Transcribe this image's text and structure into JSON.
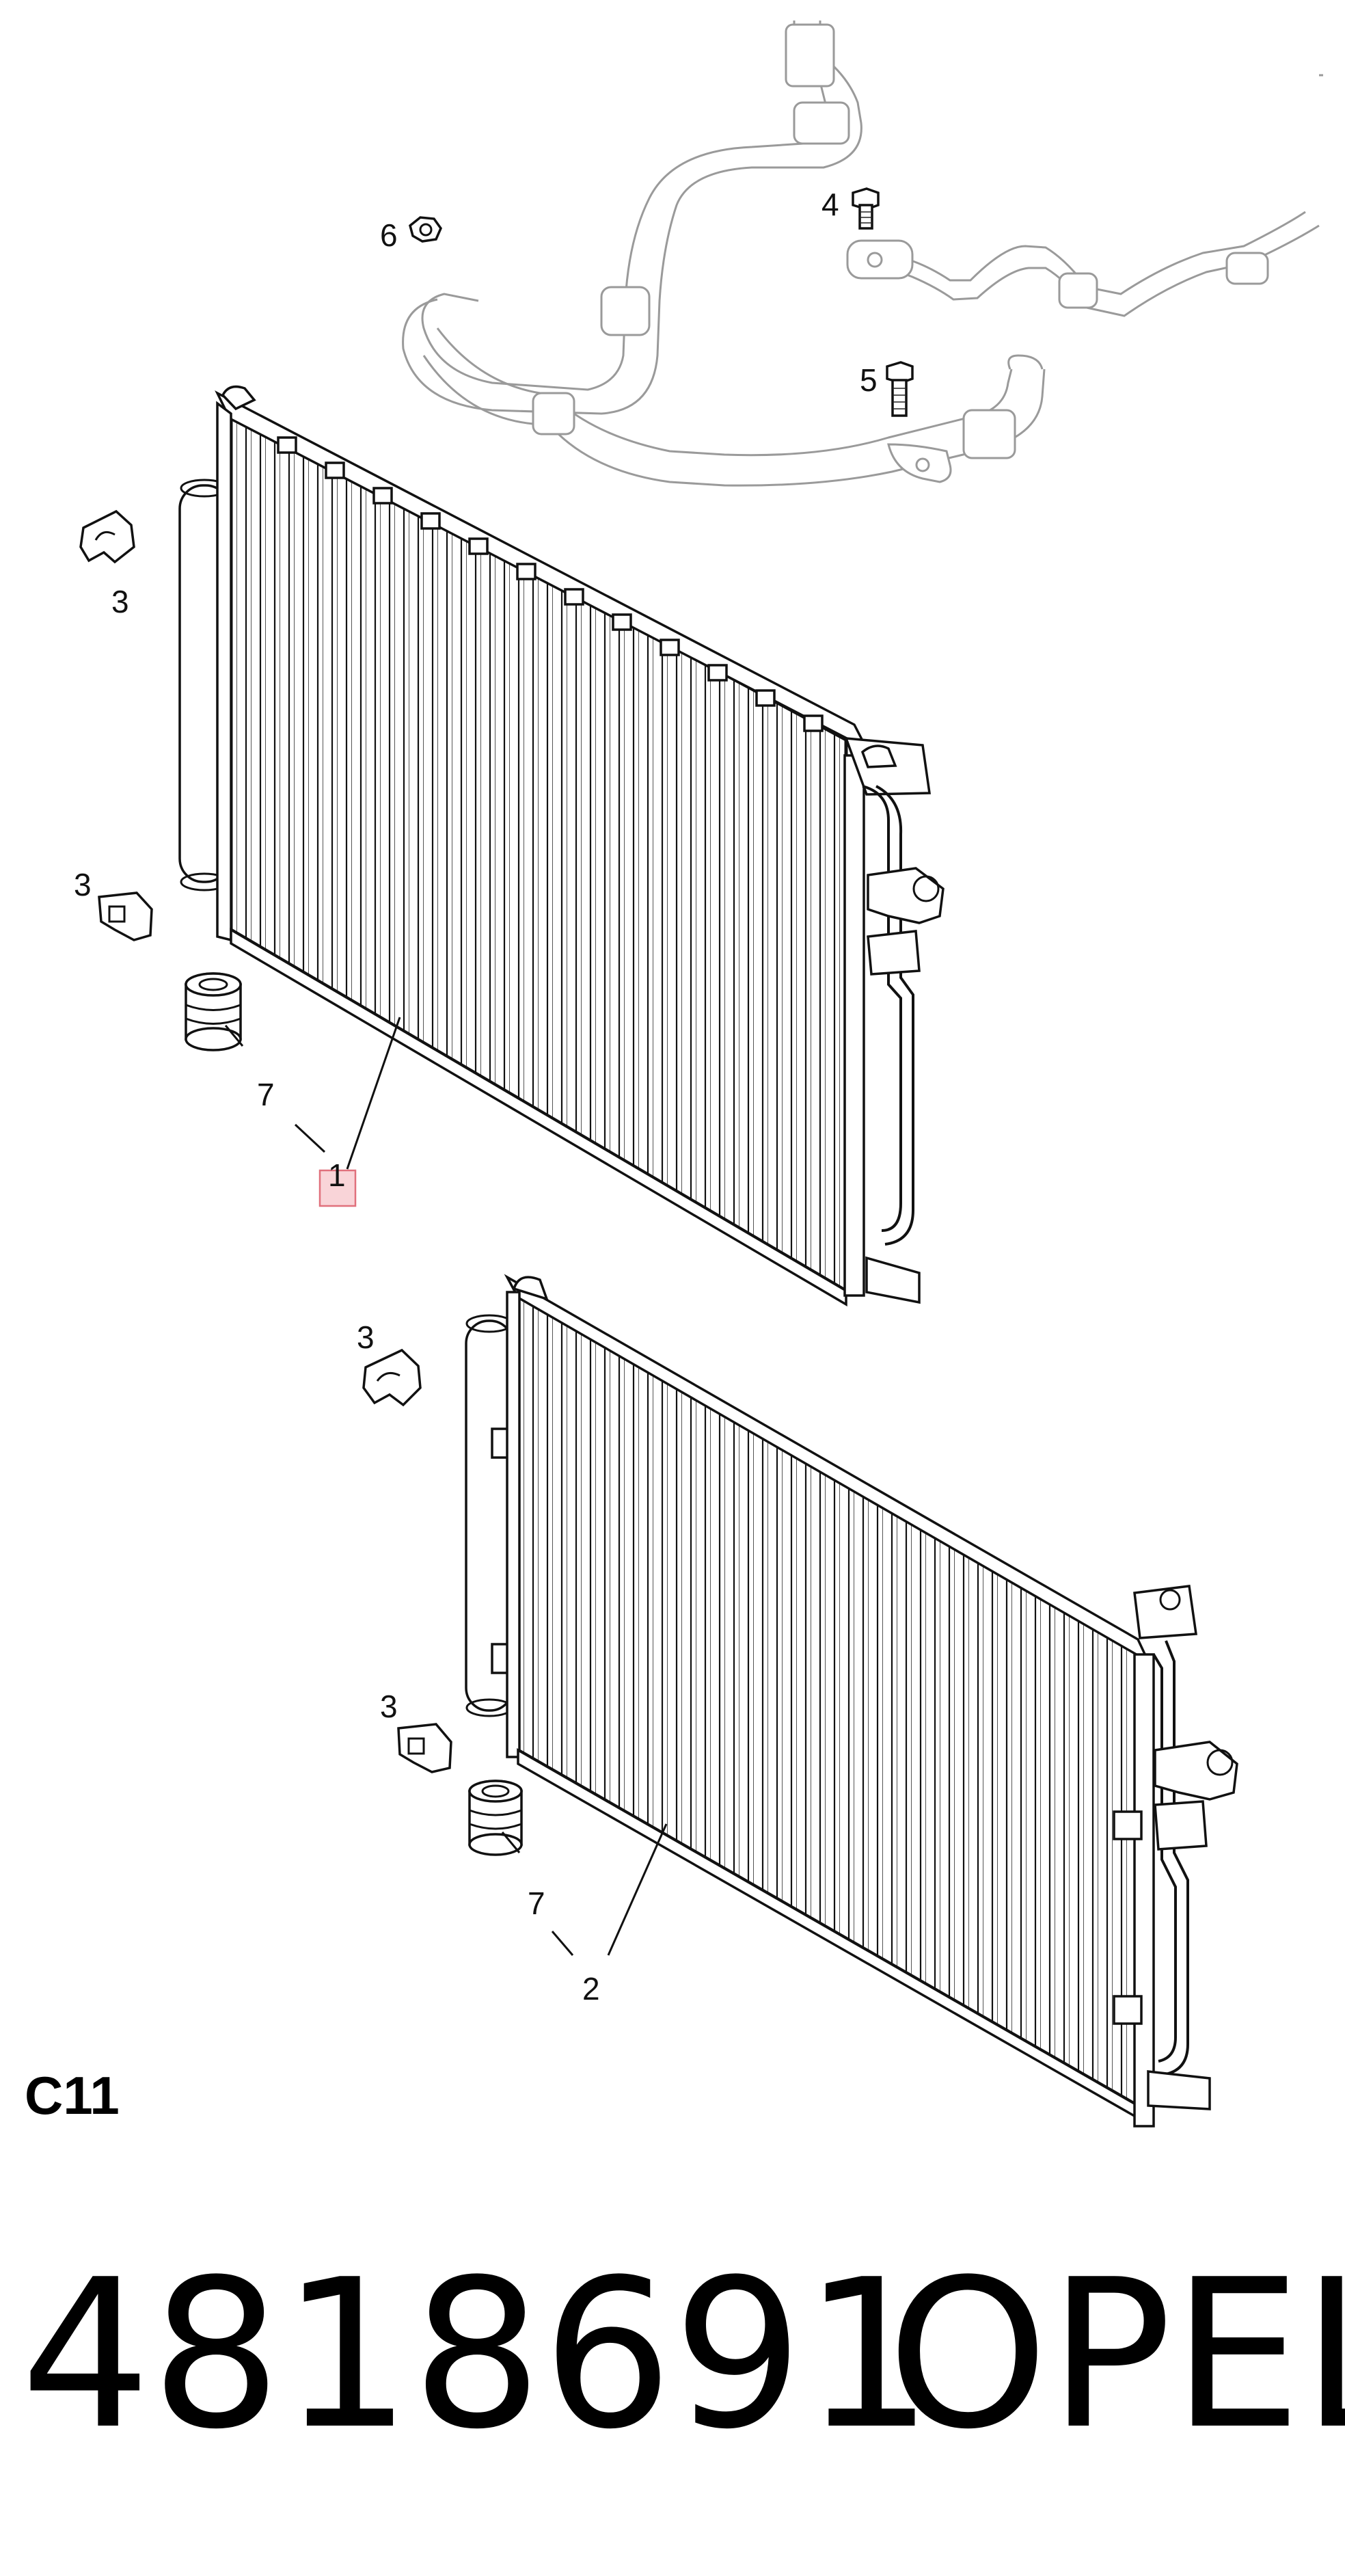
{
  "callouts": {
    "c6": "6",
    "c4": "4",
    "c5": "5",
    "c3a": "3",
    "c3b": "3",
    "c7a": "7",
    "c1": "1",
    "c3c": "3",
    "c3d": "3",
    "c7b": "7",
    "c2": "2"
  },
  "section_code": "C11",
  "footer": {
    "part_number": "4818691",
    "brand": "OPEL"
  },
  "colors": {
    "line": "#111111",
    "ghost_line": "#9a9a9a",
    "highlight_fill": "#f9d4d8",
    "highlight_stroke": "#e0707c"
  }
}
